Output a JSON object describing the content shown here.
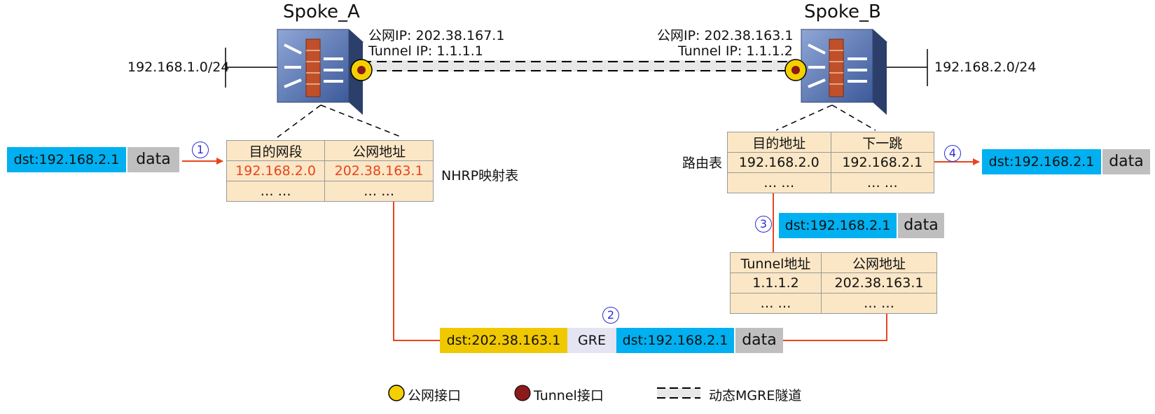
{
  "devices": {
    "spoke_a": {
      "name": "Spoke_A",
      "public_ip": "公网IP: 202.38.167.1",
      "tunnel_ip": "Tunnel IP: 1.1.1.1",
      "lan": "192.168.1.0/24"
    },
    "spoke_b": {
      "name": "Spoke_B",
      "public_ip": "公网IP: 202.38.163.1",
      "tunnel_ip": "Tunnel IP: 1.1.1.2",
      "lan": "192.168.2.0/24"
    }
  },
  "nhrp_table": {
    "caption": "NHRP映射表",
    "headers": [
      "目的网段",
      "公网地址"
    ],
    "row": [
      "192.168.2.0",
      "202.38.163.1"
    ],
    "more": [
      "… …",
      "… …"
    ]
  },
  "route_table": {
    "caption": "路由表",
    "headers": [
      "目的地址",
      "下一跳"
    ],
    "row": [
      "192.168.2.0",
      "192.168.2.1"
    ],
    "more": [
      "… …",
      "… …"
    ]
  },
  "tunnel_table": {
    "headers": [
      "Tunnel地址",
      "公网地址"
    ],
    "row": [
      "1.1.1.2",
      "202.38.163.1"
    ],
    "more": [
      "… …",
      "… …"
    ]
  },
  "packets": {
    "p1": {
      "dst": "dst:192.168.2.1",
      "data": "data"
    },
    "p3": {
      "dst": "dst:192.168.2.1",
      "data": "data"
    },
    "p4": {
      "dst": "dst:192.168.2.1",
      "data": "data"
    },
    "gre": {
      "outer": "dst:202.38.163.1",
      "gre": "GRE",
      "inner": "dst:192.168.2.1",
      "data": "data"
    }
  },
  "steps": [
    "1",
    "2",
    "3",
    "4"
  ],
  "legend": {
    "public_if": "公网接口",
    "tunnel_if": "Tunnel接口",
    "mgre": "动态MGRE隧道"
  },
  "colors": {
    "packet_blue": "#00b0f0",
    "packet_gray": "#bfbfbf",
    "packet_yellow": "#f0c800",
    "table_fill": "#fbe7c6",
    "arrow_red": "#e8441c",
    "step_blue": "#2b2bd6",
    "public_if": "#f5d000",
    "tunnel_if": "#8b1a1a"
  }
}
